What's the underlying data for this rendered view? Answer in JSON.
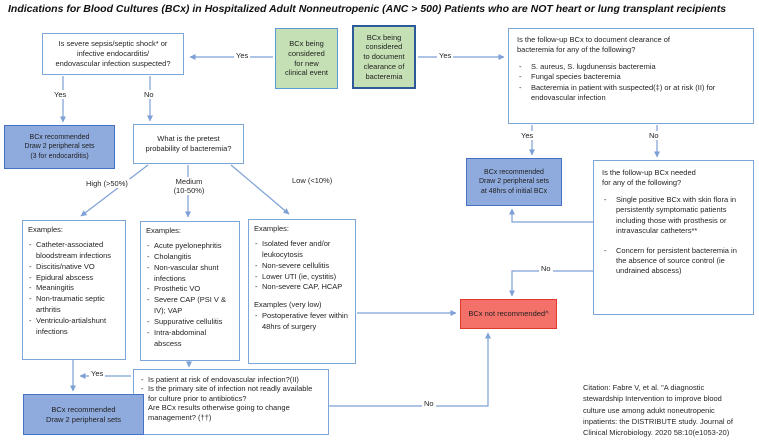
{
  "title": "Indications for Blood Cultures (BCx) in Hospitalized Adult Nonneutropenic (ANC > 500) Patients who are NOT heart or lung transplant recipients",
  "labels": {
    "yes": "Yes",
    "no": "No",
    "high": "High (>50%)",
    "medium_l1": "Medium",
    "medium_l2": "(10-50%)",
    "low": "Low (<10%)"
  },
  "boxes": {
    "sepsis_q": {
      "lines": [
        "Is severe sepsis/septic shock* or",
        "infective endocarditis/",
        "endovascular infection suspected?"
      ]
    },
    "green_new_event": {
      "lines": [
        "BCx being",
        "considered",
        "for new",
        "clinical event"
      ]
    },
    "green_clearance": {
      "lines": [
        "BCx being",
        "considered",
        "to document",
        "clearance of",
        "bacteremia"
      ]
    },
    "followup_clearance_q": {
      "header": [
        "Is the follow-up BCx to document clearance of",
        "bacteremia for any of the following?"
      ],
      "bullets": [
        "S. aureus, S. lugdunensis bacteremia",
        "Fungal species bacteremia",
        "Bacteremia in patient with suspected(‡) or at risk (II) for endovascular infection"
      ]
    },
    "rec_endocarditis": {
      "lines": [
        "BCx recommended",
        "Draw 2 peripheral sets",
        "(3 for endocarditis)"
      ]
    },
    "pretest_q": {
      "lines": [
        "What is the pretest",
        "probability of bacteremia?"
      ]
    },
    "high_examples": {
      "header": "Examples:",
      "bullets": [
        "Catheter-associated bloodstream infections",
        "Discitis/native VO",
        "Epidural abscess",
        "Meaningitis",
        "Non-traumatic septic arthritis",
        "Ventriculo-artialshunt infections"
      ]
    },
    "medium_examples": {
      "header": "Examples:",
      "bullets": [
        "Acute pyelonephritis",
        "Cholangitis",
        "Non-vascular shunt infections",
        "Prosthetic VO",
        "Severe CAP (PSI V & IV); VAP",
        "Suppurative cellulitis",
        "Intra-abdominal abscess"
      ]
    },
    "low_examples": {
      "header": "Examples:",
      "bullets": [
        "Isolated fever and/or leukocytosis",
        "Non-severe cellulitis",
        "Lower UTI (ie, cystitis)",
        "Non-severe CAP, HCAP"
      ],
      "subheader": "Examples (very low)",
      "subbullets": [
        "Postoperative fever within 48hrs of surgery"
      ]
    },
    "endo_risk_q": {
      "bullets": [
        "Is patient at risk of endovascular infection?(II)",
        "Is the primary site of infection not readly available for culture prior to antibiotics?",
        "Are BCx results otherwise going to change management? (††)"
      ]
    },
    "rec_two_sets": {
      "lines": [
        "BCx recommended",
        "Draw 2 peripheral sets"
      ]
    },
    "rec_48hrs": {
      "lines": [
        "BCx recommended",
        "Draw 2 peripheral sets",
        "at 48hrs of initial BCx"
      ]
    },
    "followup_needed_q": {
      "header": [
        "Is the follow-up BCx needed",
        "for any of the following?"
      ],
      "bullets": [
        "Single positive BCx with skin flora in persistently symptomatic patients including those with prosthesis or intravascular catheters**",
        "Concern for persistent bacteremia in the absence of source control (ie undrained abscess)"
      ]
    },
    "not_recommended": {
      "text": "BCx not recommended^"
    }
  },
  "citation": {
    "lines": [
      "Citation: Fabre V, et al. \"A diagnostic",
      "stewardship Intervention to improve blood",
      "culture use among adukt noneutropenic",
      "inpatients: the DISTRIBUTE study. Journal of",
      "Clinical Microbiology. 2020 58:10(e1053-20)"
    ]
  }
}
